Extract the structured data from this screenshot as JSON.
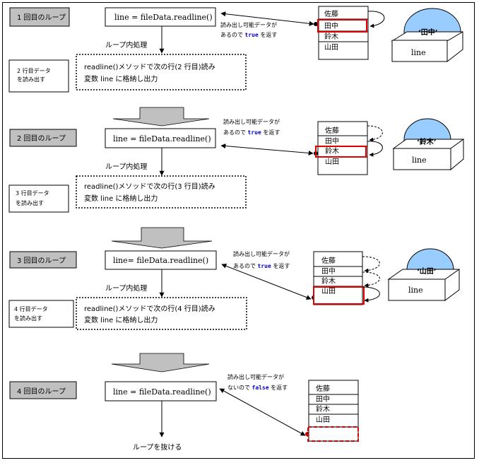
{
  "colors": {
    "loop_label_bg": "#c0c0c0",
    "highlight": "#e00000",
    "ball": "#99ccff",
    "keyword": "#0000cc",
    "big_arrow": "#c0c0c0"
  },
  "steps": [
    {
      "loop_label": "1 回目のループ",
      "code": "line = fileData.readline()",
      "process_label": "ループ内処理",
      "side_note": [
        "2 行目データ",
        "を読み出す"
      ],
      "process_text": [
        "readline()メソッドで次の行(2 行目)読み",
        "変数 line に格納し出力"
      ],
      "return_note_pre": "読み出し可能データが",
      "return_note_post_a": "あるので ",
      "return_keyword": "true",
      "return_note_post_b": " を返す",
      "file_rows": [
        "佐藤",
        "田中",
        "鈴木",
        "山田"
      ],
      "highlighted_row": 1,
      "ball_value": "‘田中’",
      "box_label": "line"
    },
    {
      "loop_label": "2 回目のループ",
      "code": "line = fileData.readline()",
      "process_label": "ループ内処理",
      "side_note": [
        "3 行目データ",
        "を読み出す"
      ],
      "process_text": [
        "readline()メソッドで次の行(3 行目)読み",
        "変数 line に格納し出力"
      ],
      "return_note_pre": "読み出し可能データが",
      "return_note_post_a": "あるので ",
      "return_keyword": "true",
      "return_note_post_b": " を返す",
      "file_rows": [
        "佐藤",
        "田中",
        "鈴木",
        "山田"
      ],
      "highlighted_row": 2,
      "ball_value": "‘鈴木’",
      "box_label": "line"
    },
    {
      "loop_label": "3 回目のループ",
      "code": "line= fileData.readline()",
      "process_label": "ループ内処理",
      "side_note": [
        "4 行目データ",
        "を読み出す"
      ],
      "process_text": [
        "readline()メソッドで次の行(4 行目)読み",
        "変数 line に格納し出力"
      ],
      "return_note_pre": "読み出し可能データが",
      "return_note_post_a": "あるので ",
      "return_keyword": "true",
      "return_note_post_b": " を返す",
      "file_rows": [
        "佐藤",
        "田中",
        "鈴木",
        "山田"
      ],
      "highlighted_row": 3,
      "ball_value": "‘山田’",
      "box_label": "line"
    },
    {
      "loop_label": "4 回目のループ",
      "code": "line = fileData.readline()",
      "exit_label": "ループを抜ける",
      "return_note_pre": "読み出し可能データが",
      "return_note_post_a": "ないので ",
      "return_keyword": "false",
      "return_note_post_b": " を返す",
      "file_rows": [
        "佐藤",
        "田中",
        "鈴木",
        "山田",
        ""
      ],
      "highlighted_row": 4
    }
  ]
}
